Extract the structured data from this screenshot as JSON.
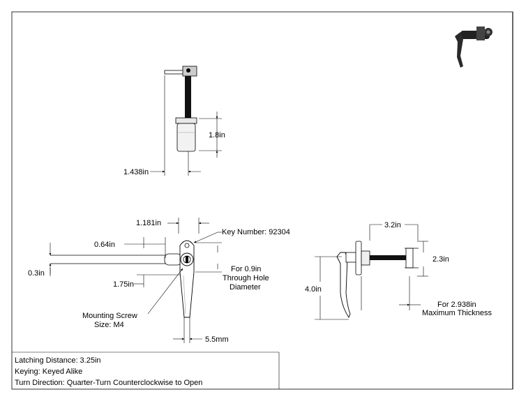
{
  "top_view": {
    "dim_height": "1.8in",
    "dim_width": "1.438in"
  },
  "front_view": {
    "dim_width": "1.181in",
    "dim_offset": "0.64in",
    "dim_left": "0.3in",
    "dim_lower": "1.75in",
    "key_number": "Key Number: 92304",
    "hole_line1": "For 0.9in",
    "hole_line2": "Through Hole",
    "hole_line3": "Diameter",
    "screw_line1": "Mounting Screw",
    "screw_line2": "Size: M4",
    "dim_bottom": "5.5mm"
  },
  "side_view": {
    "dim_top": "3.2in",
    "dim_right": "2.3in",
    "dim_left": "4.0in",
    "thickness_line1": "For 2.938in",
    "thickness_line2": "Maximum Thickness"
  },
  "notes": {
    "latching": "Latching Distance: 3.25in",
    "keying": "Keyed Alike",
    "keying_label": "Keying: Keyed Alike",
    "turn": "Turn Direction: Quarter-Turn Counterclockwise to Open"
  },
  "icon": "handle-thumbnail-icon"
}
